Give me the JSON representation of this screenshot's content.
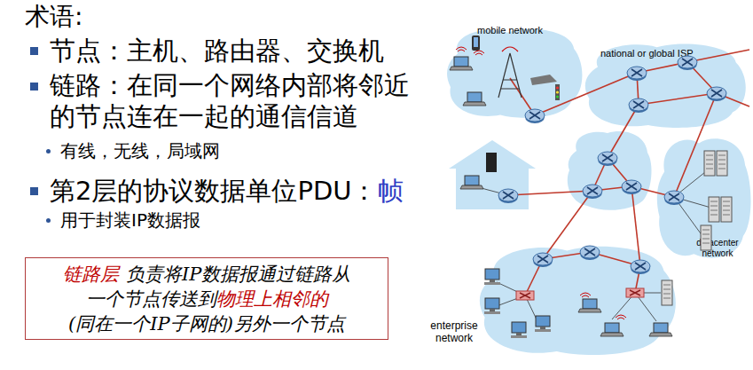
{
  "diagram": {
    "title": "术语:",
    "nodes": [
      {
        "text": [
          "链路层",
          "负责将IP数据报通过链路从",
          "一个节点传送到",
          "物理上相邻的",
          "(同在一个IP子网的)另外一个节点"
        ]
      },
      {
        "text": [
          "mobile network"
        ]
      },
      {
        "text": [
          "national or global ISP"
        ]
      },
      {
        "text": [
          "datacenter network"
        ]
      },
      {
        "text": [
          "enterprise network"
        ]
      }
    ],
    "labels": [
      "节点：主机、路由器、交换机",
      "链路：在同一个网络内部将邻近的节点连在一起的通信信道",
      "有线，无线，局域网",
      "第2层的协议数据单位PDU：",
      "帧",
      "用于封装IP数据报"
    ]
  }
}
